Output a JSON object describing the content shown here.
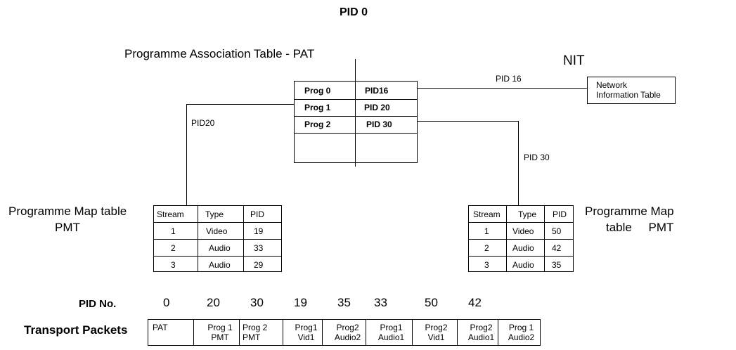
{
  "title": "PID 0",
  "pat": {
    "label": "Programme Association Table - PAT",
    "rows": [
      {
        "prog": "Prog 0",
        "pid": "PID16"
      },
      {
        "prog": "Prog 1",
        "pid": "PID 20"
      },
      {
        "prog": "Prog 2",
        "pid": "PID 30"
      }
    ]
  },
  "nit": {
    "label": "NIT",
    "link_label": "PID 16",
    "box_line1": "Network",
    "box_line2": "Information Table"
  },
  "pmt_left": {
    "label_line1": "Programme Map table",
    "label_line2": "PMT",
    "link_label": "PID20",
    "headers": [
      "Stream",
      "Type",
      "PID"
    ],
    "rows": [
      [
        "1",
        "Video",
        "19"
      ],
      [
        "2",
        "Audio",
        "33"
      ],
      [
        "3",
        "Audio",
        "29"
      ]
    ]
  },
  "pmt_right": {
    "label_line1": "Programme Map",
    "label_line2": "table     PMT",
    "link_label": "PID 30",
    "headers": [
      "Stream",
      "Type",
      "PID"
    ],
    "rows": [
      [
        "1",
        "Video",
        "50"
      ],
      [
        "2",
        "Audio",
        "42"
      ],
      [
        "3",
        "Audio",
        "35"
      ]
    ]
  },
  "pid_row": {
    "label": "PID No.",
    "values": [
      "0",
      "20",
      "30",
      "19",
      "35",
      "33",
      "50",
      "42"
    ]
  },
  "packets": {
    "label": "Transport Packets",
    "items": [
      {
        "line1": "PAT",
        "line2": ""
      },
      {
        "line1": "Prog 1",
        "line2": "PMT"
      },
      {
        "line1": "Prog 2",
        "line2": "PMT"
      },
      {
        "line1": "Prog1",
        "line2": "Vid1"
      },
      {
        "line1": "Prog2",
        "line2": "Audio2"
      },
      {
        "line1": "Prog1",
        "line2": "Audio1"
      },
      {
        "line1": "Prog2",
        "line2": "Vid1"
      },
      {
        "line1": "Prog2",
        "line2": "Audio1"
      },
      {
        "line1": "Prog 1",
        "line2": "Audio2"
      }
    ]
  }
}
